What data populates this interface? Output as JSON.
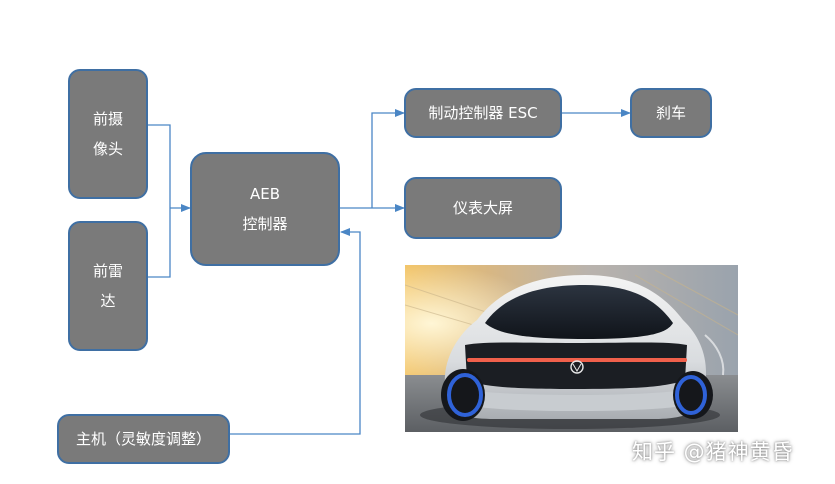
{
  "nodes": {
    "front_camera": {
      "line1": "前摄",
      "line2": "像头"
    },
    "front_radar": {
      "line1": "前雷",
      "line2": "达"
    },
    "aeb_controller": {
      "line1": "AEB",
      "line2": "控制器"
    },
    "brake_controller": {
      "label": "制动控制器 ESC"
    },
    "brake": {
      "label": "刹车"
    },
    "dashboard": {
      "label": "仪表大屏"
    },
    "head_unit": {
      "label": "主机（灵敏度调整）"
    }
  },
  "colors": {
    "box_fill": "#7a7a7a",
    "box_border": "#3f6fa3",
    "connector": "#4a86c5",
    "text": "#ffffff"
  },
  "watermark": "知乎 @猪神黄昏"
}
